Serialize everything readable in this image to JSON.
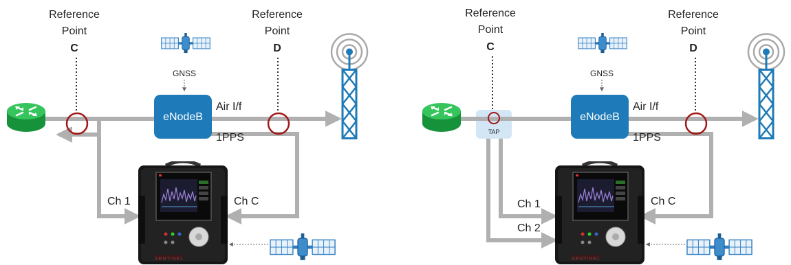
{
  "panels": [
    {
      "ref_left": {
        "line1": "Reference",
        "line2": "Point",
        "letter": "C"
      },
      "ref_right": {
        "line1": "Reference",
        "line2": "Point",
        "letter": "D"
      },
      "gnss": "GNSS",
      "enodeb": "eNodeB",
      "air": "Air I/f",
      "pps": "1PPS",
      "ch1": "Ch 1",
      "chc": "Ch C"
    },
    {
      "ref_left": {
        "line1": "Reference",
        "line2": "Point",
        "letter": "C"
      },
      "ref_right": {
        "line1": "Reference",
        "line2": "Point",
        "letter": "D"
      },
      "gnss": "GNSS",
      "enodeb": "eNodeB",
      "air": "Air I/f",
      "pps": "1PPS",
      "tap": "TAP",
      "ch1": "Ch 1",
      "ch2": "Ch 2",
      "chc": "Ch C"
    }
  ],
  "device_brand": "SENTINEL",
  "colors": {
    "line": "#b0b0b0",
    "enodeb": "#1e7ab8",
    "router": "#22b04a",
    "circle": "#a01818",
    "tower": "#1e7ab8",
    "tap_bg": "#d3e6f6"
  },
  "icons": [
    "router-icon",
    "satellite-icon",
    "tower-icon",
    "sentinel-device-icon",
    "tap-box"
  ]
}
